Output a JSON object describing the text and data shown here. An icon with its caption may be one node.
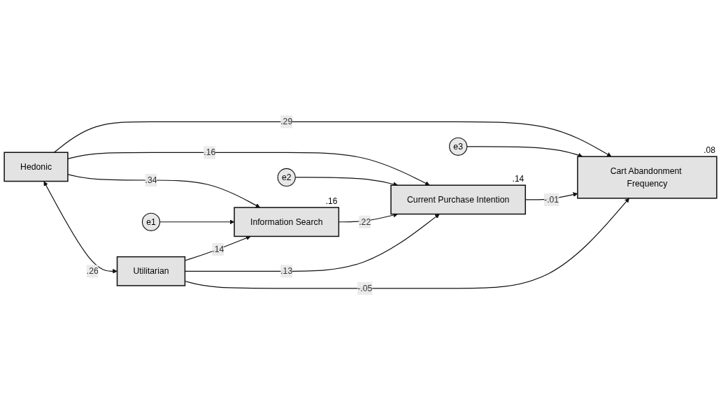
{
  "diagram": {
    "nodes": [
      {
        "text": [
          "Hedonic"
        ]
      },
      {
        "text": [
          "e1"
        ]
      },
      {
        "text": [
          "e2"
        ]
      },
      {
        "text": [
          "e3"
        ]
      },
      {
        "text": [
          "Information Search"
        ],
        "beside": [
          ".16"
        ]
      },
      {
        "text": [
          "Current Purchase Intention"
        ],
        "beside": [
          ".14"
        ]
      },
      {
        "text": [
          "Cart Abandonment Frequency"
        ],
        "beside": [
          ".08"
        ]
      },
      {
        "text": [
          "Utilitarian"
        ]
      }
    ],
    "edges": [
      {
        "from": 0,
        "to": 4,
        "arrow": "to",
        "label": ".34"
      },
      {
        "from": 0,
        "to": 5,
        "arrow": "to",
        "label": ".16"
      },
      {
        "from": 0,
        "to": 6,
        "arrow": "to",
        "label": ".29"
      },
      {
        "from": 0,
        "to": 7,
        "arrow": "both",
        "label": ".26"
      },
      {
        "from": 1,
        "to": 4,
        "arrow": "to"
      },
      {
        "from": 2,
        "to": 5,
        "arrow": "to"
      },
      {
        "from": 3,
        "to": 6,
        "arrow": "to"
      },
      {
        "from": 4,
        "to": 5,
        "arrow": "to",
        "label": ".22"
      },
      {
        "from": 5,
        "to": 6,
        "arrow": "to",
        "label": "-.01"
      },
      {
        "from": 7,
        "to": 4,
        "arrow": "to",
        "label": ".14"
      },
      {
        "from": 7,
        "to": 5,
        "arrow": "to",
        "label": ".13"
      },
      {
        "from": 7,
        "to": 6,
        "arrow": "to",
        "label": "-.05"
      }
    ]
  }
}
